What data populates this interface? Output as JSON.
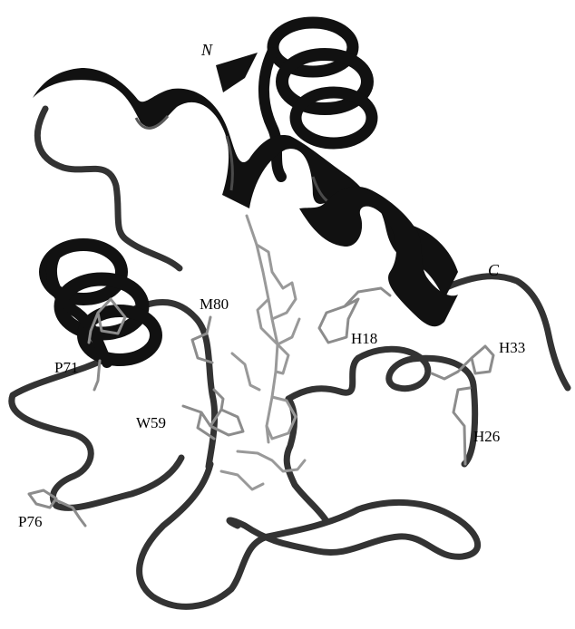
{
  "figure": {
    "terminus_labels": {
      "n": "N",
      "c": "C"
    },
    "residue_labels": {
      "m80": "M80",
      "h18": "H18",
      "h33": "H33",
      "p71": "P71",
      "w59": "W59",
      "h26": "H26",
      "p76": "P76"
    },
    "colors": {
      "helix": "#111111",
      "coil": "#333333",
      "side_chains": "#8c8c8c",
      "heme": "#999999",
      "background": "#ffffff"
    }
  }
}
